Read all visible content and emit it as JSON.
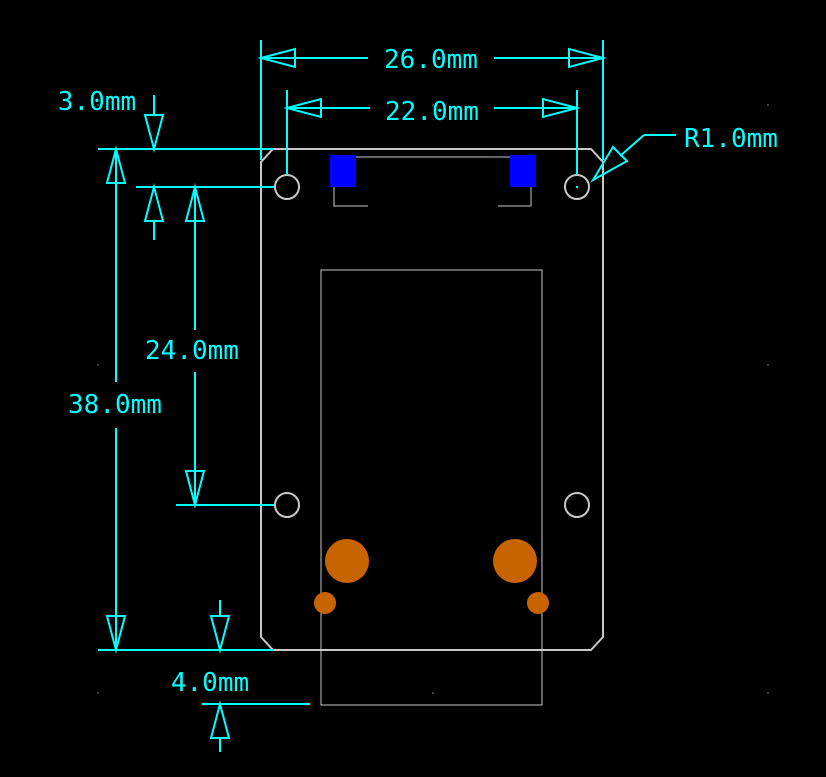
{
  "colors": {
    "background": "#000000",
    "dimension": "#00ffff",
    "outline": "#c8c8c8",
    "pad_orange": "#c86400",
    "pad_blue": "#0000ff"
  },
  "dimensions": {
    "overall_width": "26.0mm",
    "hole_spacing_x": "22.0mm",
    "edge_to_hole_y": "3.0mm",
    "overall_height": "38.0mm",
    "hole_spacing_y": "24.0mm",
    "overhang": "4.0mm",
    "corner_radius": "R1.0mm"
  }
}
